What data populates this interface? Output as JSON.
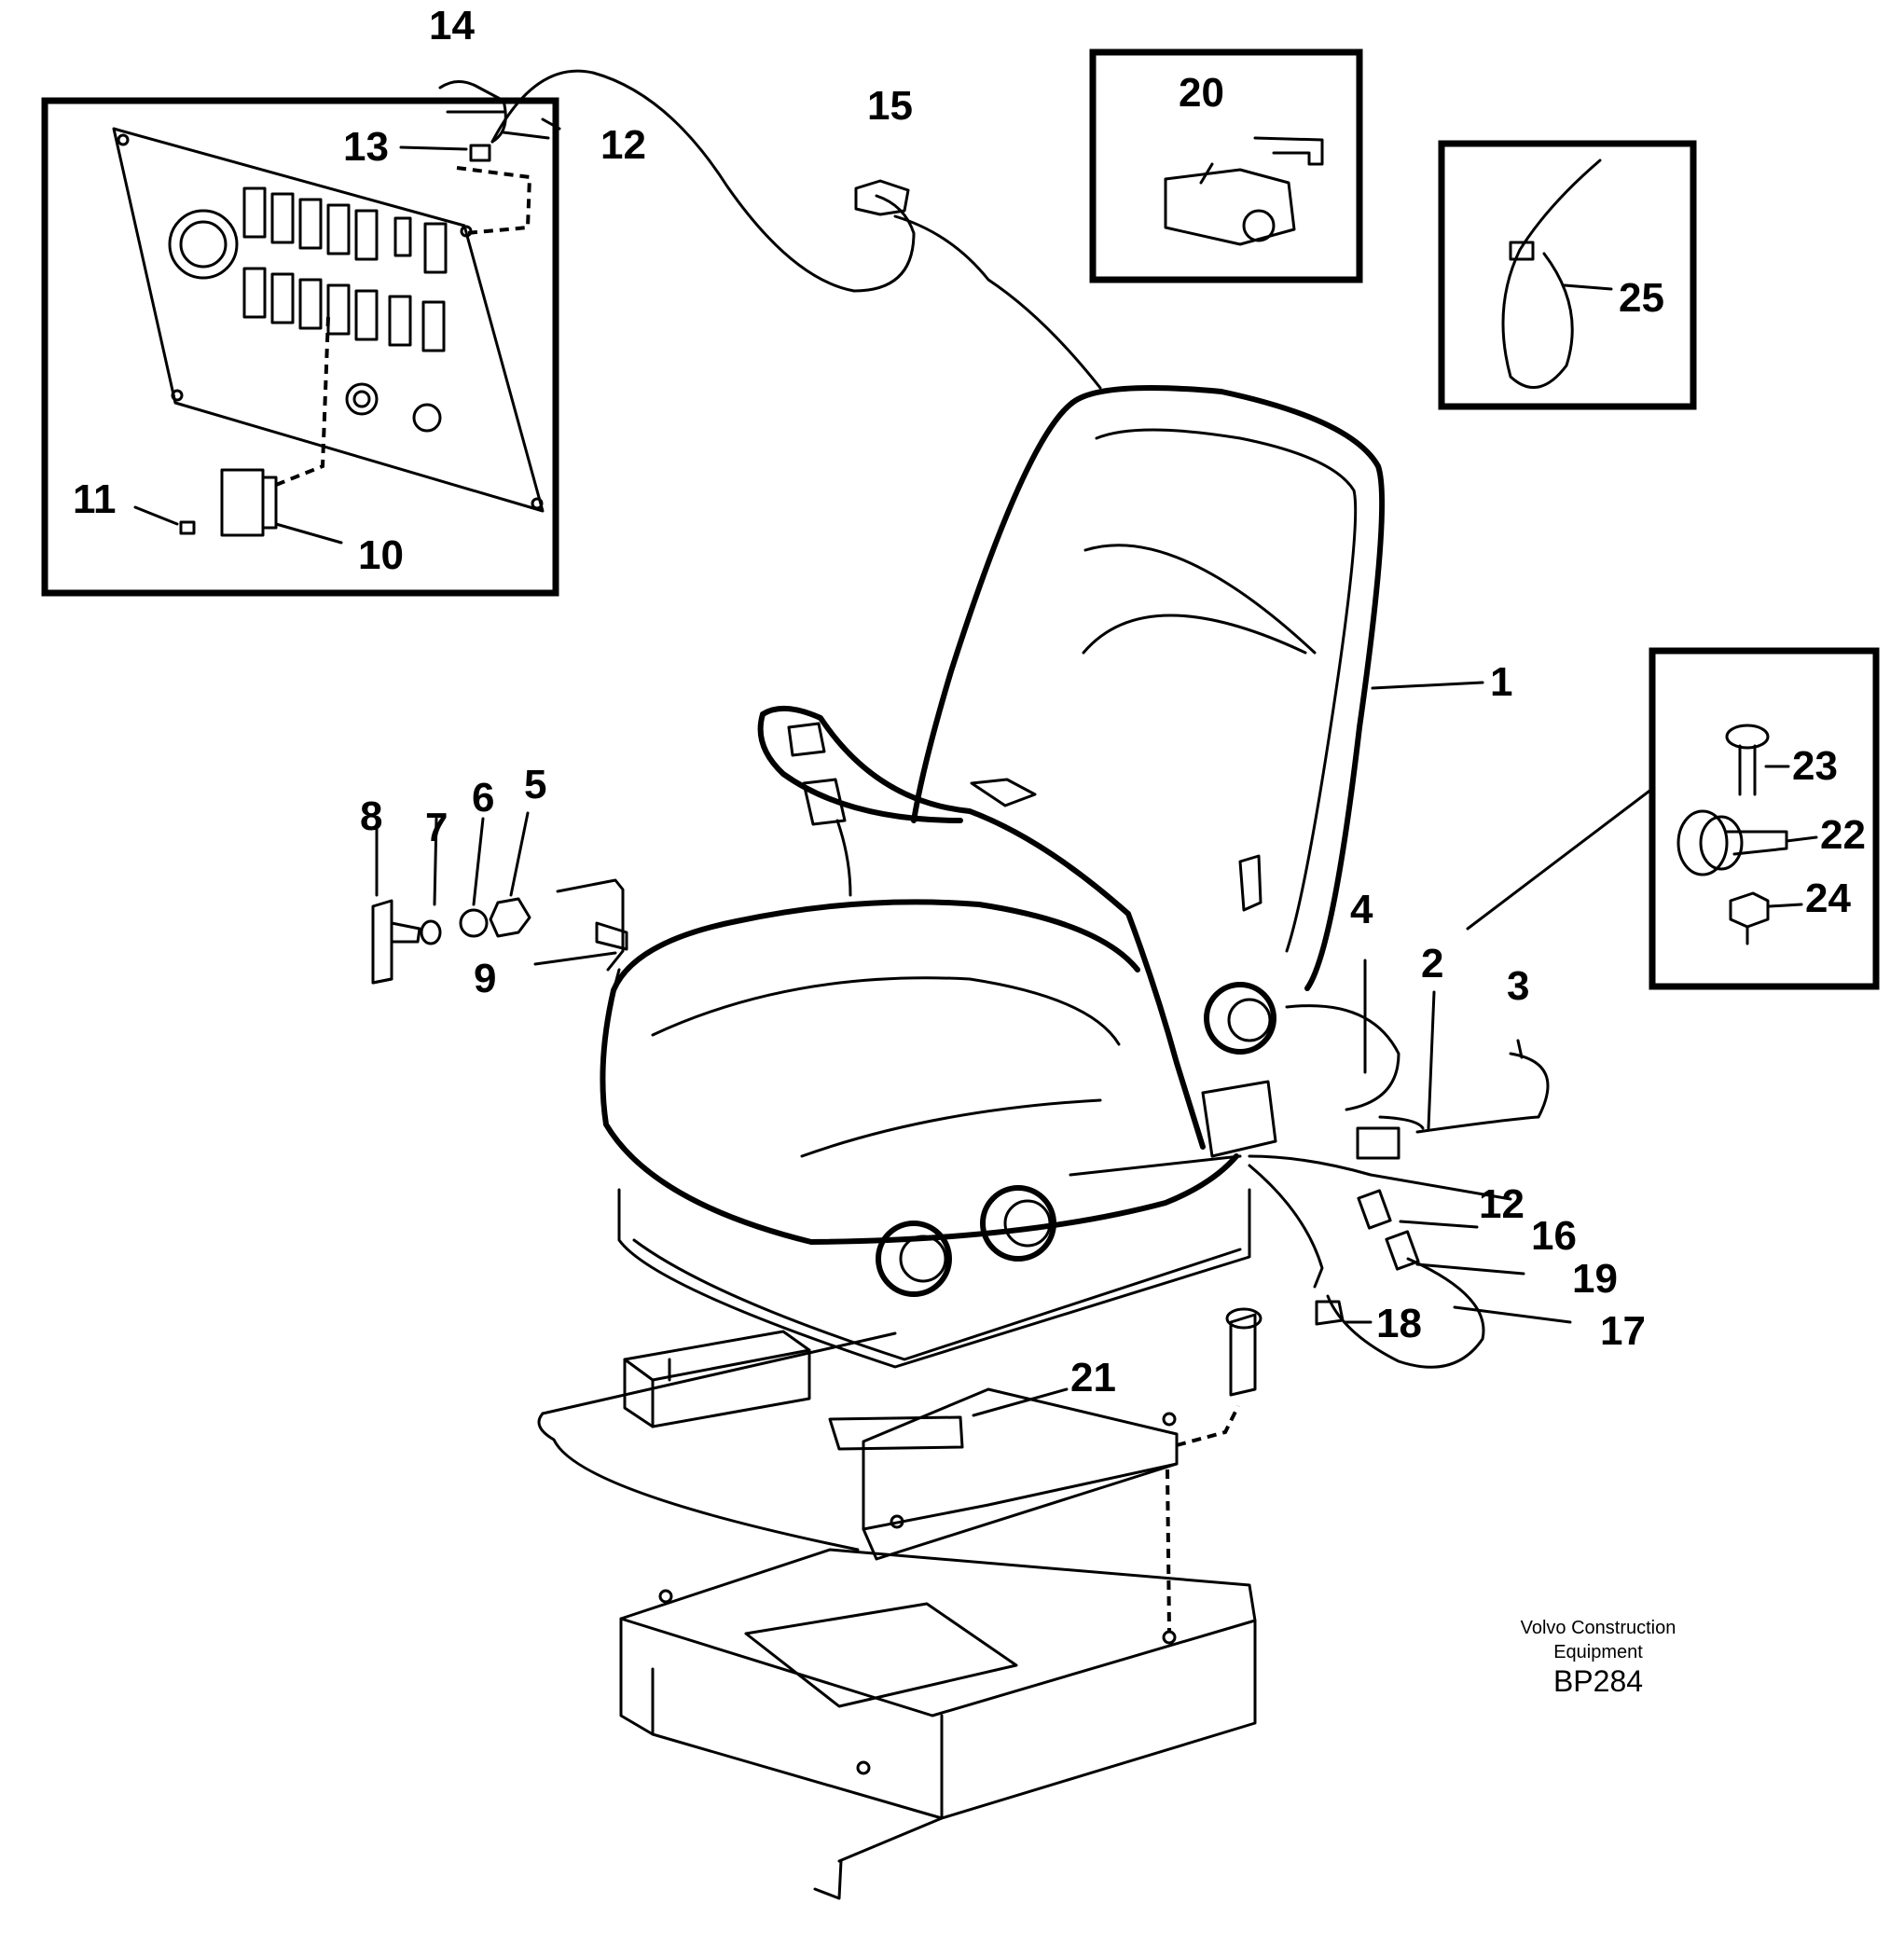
{
  "callouts": {
    "c1": "1",
    "c2": "2",
    "c3": "3",
    "c4": "4",
    "c5": "5",
    "c6": "6",
    "c7": "7",
    "c8": "8",
    "c9": "9",
    "c10": "10",
    "c11": "11",
    "c12a": "12",
    "c12b": "12",
    "c13": "13",
    "c14": "14",
    "c15": "15",
    "c16": "16",
    "c17": "17",
    "c18": "18",
    "c19": "19",
    "c20": "20",
    "c21": "21",
    "c22": "22",
    "c23": "23",
    "c24": "24",
    "c25": "25"
  },
  "credit": {
    "company": "Volvo Construction",
    "division": "Equipment",
    "code": "BP284"
  }
}
